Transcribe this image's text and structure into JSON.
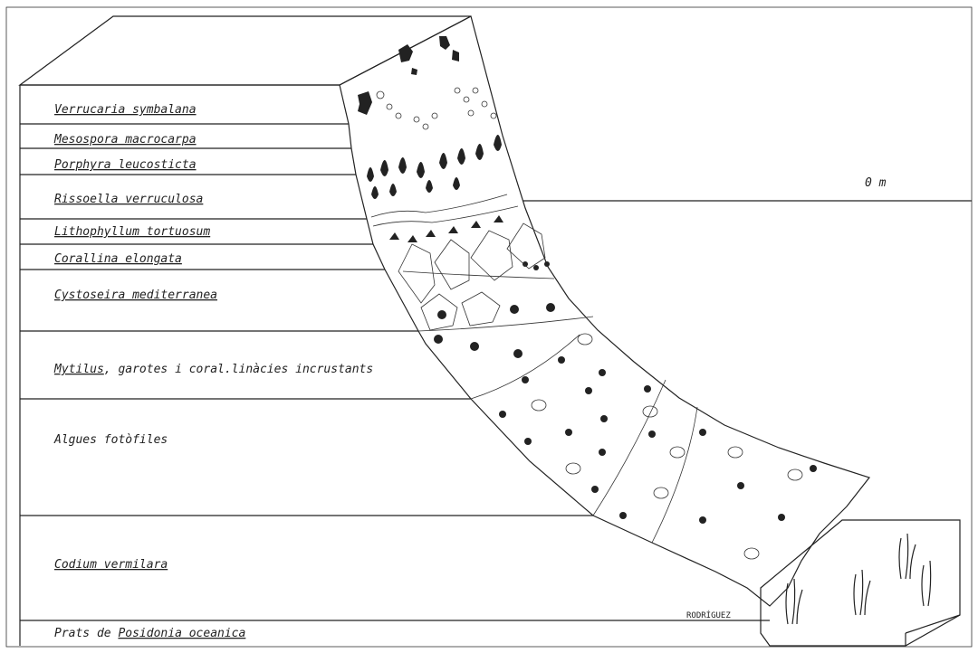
{
  "zones": [
    {
      "parts": [
        {
          "text": "Verrucaria symbalana",
          "underline": true
        }
      ]
    },
    {
      "parts": [
        {
          "text": "Mesospora macrocarpa",
          "underline": true
        }
      ]
    },
    {
      "parts": [
        {
          "text": "Porphyra leucosticta",
          "underline": true
        }
      ]
    },
    {
      "parts": [
        {
          "text": "Rissoella verruculosa",
          "underline": true
        }
      ]
    },
    {
      "parts": [
        {
          "text": "Lithophyllum tortuosum",
          "underline": true
        }
      ]
    },
    {
      "parts": [
        {
          "text": "Corallina elongata",
          "underline": true
        }
      ]
    },
    {
      "parts": [
        {
          "text": "Cystoseira mediterranea",
          "underline": true
        }
      ]
    },
    {
      "parts": [
        {
          "text": "Mytilus",
          "underline": true
        },
        {
          "text": ", garotes i coral.linàcies incrustants",
          "underline": false
        }
      ]
    },
    {
      "parts": [
        {
          "text": "Algues fotòfiles",
          "underline": false
        }
      ]
    },
    {
      "parts": [
        {
          "text": "Codium vermilara",
          "underline": true
        }
      ]
    },
    {
      "parts": [
        {
          "text": "Prats de ",
          "underline": false
        },
        {
          "text": "Posidonia oceanica",
          "underline": true
        }
      ]
    }
  ],
  "sea_level_label": "0 m",
  "signature": "RODRÍGUEZ"
}
